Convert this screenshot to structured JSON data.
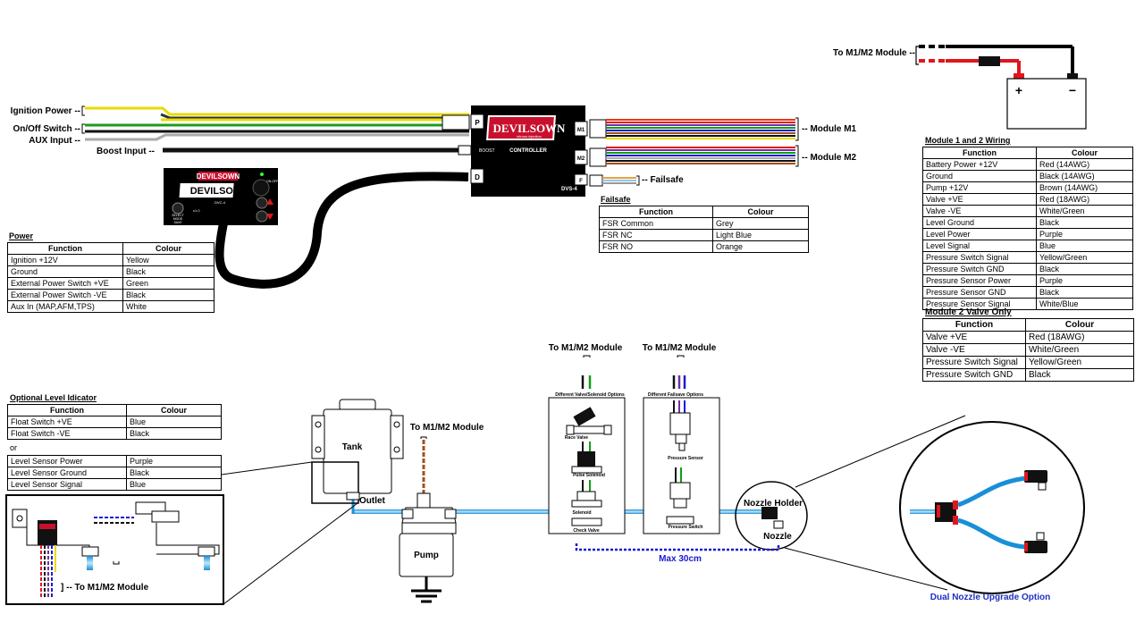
{
  "labels": {
    "ignition_power": "Ignition Power --",
    "on_off_switch": "On/Off Switch --",
    "aux_input": "AUX Input --",
    "boost_input": "Boost Input --",
    "to_m1m2_top": "To M1/M2 Module --",
    "module_m1": "-- Module M1",
    "module_m2": "-- Module M2",
    "failsafe": "-- Failsafe",
    "tank": "Tank",
    "outlet": "Outlet",
    "pump": "Pump",
    "to_m1m2_pump": "To M1/M2 Module",
    "to_m1m2_valve": "To M1/M2 Module",
    "to_m1m2_fsafe": "To M1/M2 Module",
    "diff_valve": "Different Valve/Solenoid Options",
    "diff_failsafe": "Different Failsave Options",
    "race_valve": "Race Valve",
    "pulse_solenoid": "Pulse Solenoid",
    "solenoid": "Solenoid",
    "check_valve": "Check Valve",
    "pressure_sensor": "Pressure Sensor",
    "pressure_switch": "Pressure Switch",
    "nozzle_holder": "Nozzle Holder",
    "nozzle": "Nozzle",
    "max_30cm": "Max 30cm",
    "dual_nozzle": "Dual Nozzle Upgrade Option",
    "level_to_module": "] --  To M1/M2 Module",
    "or": "or"
  },
  "controller": {
    "brand": "DEVILSOWN",
    "sub": "nitrous injection",
    "name": "CONTROLLER",
    "model": "DVS-4",
    "port_p": "P",
    "port_m1": "M1",
    "port_m2": "M2",
    "port_f": "F",
    "port_d": "D",
    "boost_port": "BOOST"
  },
  "switch_panel": {
    "brand": "DEVILSOWN",
    "model": "DVC-4",
    "version": "v1.0",
    "on_off": "ON-OFF",
    "select": "SELECT",
    "mode": "MODE",
    "save": "SAVE"
  },
  "battery": {
    "plus": "+",
    "minus": "−"
  },
  "power": {
    "title": "Power",
    "headers": [
      "Function",
      "Colour"
    ],
    "rows": [
      [
        "Ignition +12V",
        "Yellow"
      ],
      [
        "Ground",
        "Black"
      ],
      [
        "External Power Switch +VE",
        "Green"
      ],
      [
        "External Power Switch -VE",
        "Black"
      ],
      [
        "Aux In (MAP,AFM,TPS)",
        "White"
      ]
    ]
  },
  "failsafe": {
    "title": "Failsafe",
    "headers": [
      "Function",
      "Colour"
    ],
    "rows": [
      [
        "FSR Common",
        "Grey"
      ],
      [
        "FSR NC",
        "Light Blue"
      ],
      [
        "FSR NO",
        "Orange"
      ]
    ]
  },
  "module12": {
    "title": "Module 1 and 2 Wiring",
    "headers": [
      "Function",
      "Colour"
    ],
    "rows": [
      [
        "Battery Power +12V",
        "Red (14AWG)"
      ],
      [
        "Ground",
        "Black (14AWG)"
      ],
      [
        "Pump +12V",
        "Brown (14AWG)"
      ],
      [
        "Valve +VE",
        "Red (18AWG)"
      ],
      [
        "Valve -VE",
        "White/Green"
      ],
      [
        "Level Ground",
        "Black"
      ],
      [
        "Level Power",
        "Purple"
      ],
      [
        "Level Signal",
        "Blue"
      ],
      [
        "Pressure Switch Signal",
        "Yellow/Green"
      ],
      [
        "Pressure Switch GND",
        "Black"
      ],
      [
        "Pressure Sensor Power",
        "Purple"
      ],
      [
        "Pressure Sensor GND",
        "Black"
      ],
      [
        "Pressure Sensor Signal",
        "White/Blue"
      ]
    ]
  },
  "module2valve": {
    "title": "Module 2 Valve Only",
    "headers": [
      "Function",
      "Colour"
    ],
    "rows": [
      [
        "Valve +VE",
        "Red (18AWG)"
      ],
      [
        "Valve -VE",
        "White/Green"
      ],
      [
        "Pressure Switch Signal",
        "Yellow/Green"
      ],
      [
        "Pressure Switch GND",
        "Black"
      ]
    ]
  },
  "level": {
    "title": "Optional Level Idicator",
    "headers": [
      "Function",
      "Colour"
    ],
    "rows_a": [
      [
        "Float Switch +VE",
        "Blue"
      ],
      [
        "Float Switch -VE",
        "Black"
      ]
    ],
    "rows_b": [
      [
        "Level Sensor Power",
        "Purple"
      ],
      [
        "Level Sensor Ground",
        "Black"
      ],
      [
        "Level Sensor Signal",
        "Blue"
      ]
    ]
  },
  "colors": {
    "red": "#e0161c",
    "brand_red": "#c8102e",
    "hose_blue": "#1a8fd8",
    "hose_light": "#bfe6fb",
    "dashed_blue": "#1a1ad0",
    "yellow": "#f2e600",
    "green": "#10a010",
    "purple": "#7030a0"
  },
  "icons": [
    "battery-icon",
    "ground-icon",
    "arrow-up-icon",
    "arrow-down-icon",
    "knob-icon",
    "led-icon"
  ]
}
